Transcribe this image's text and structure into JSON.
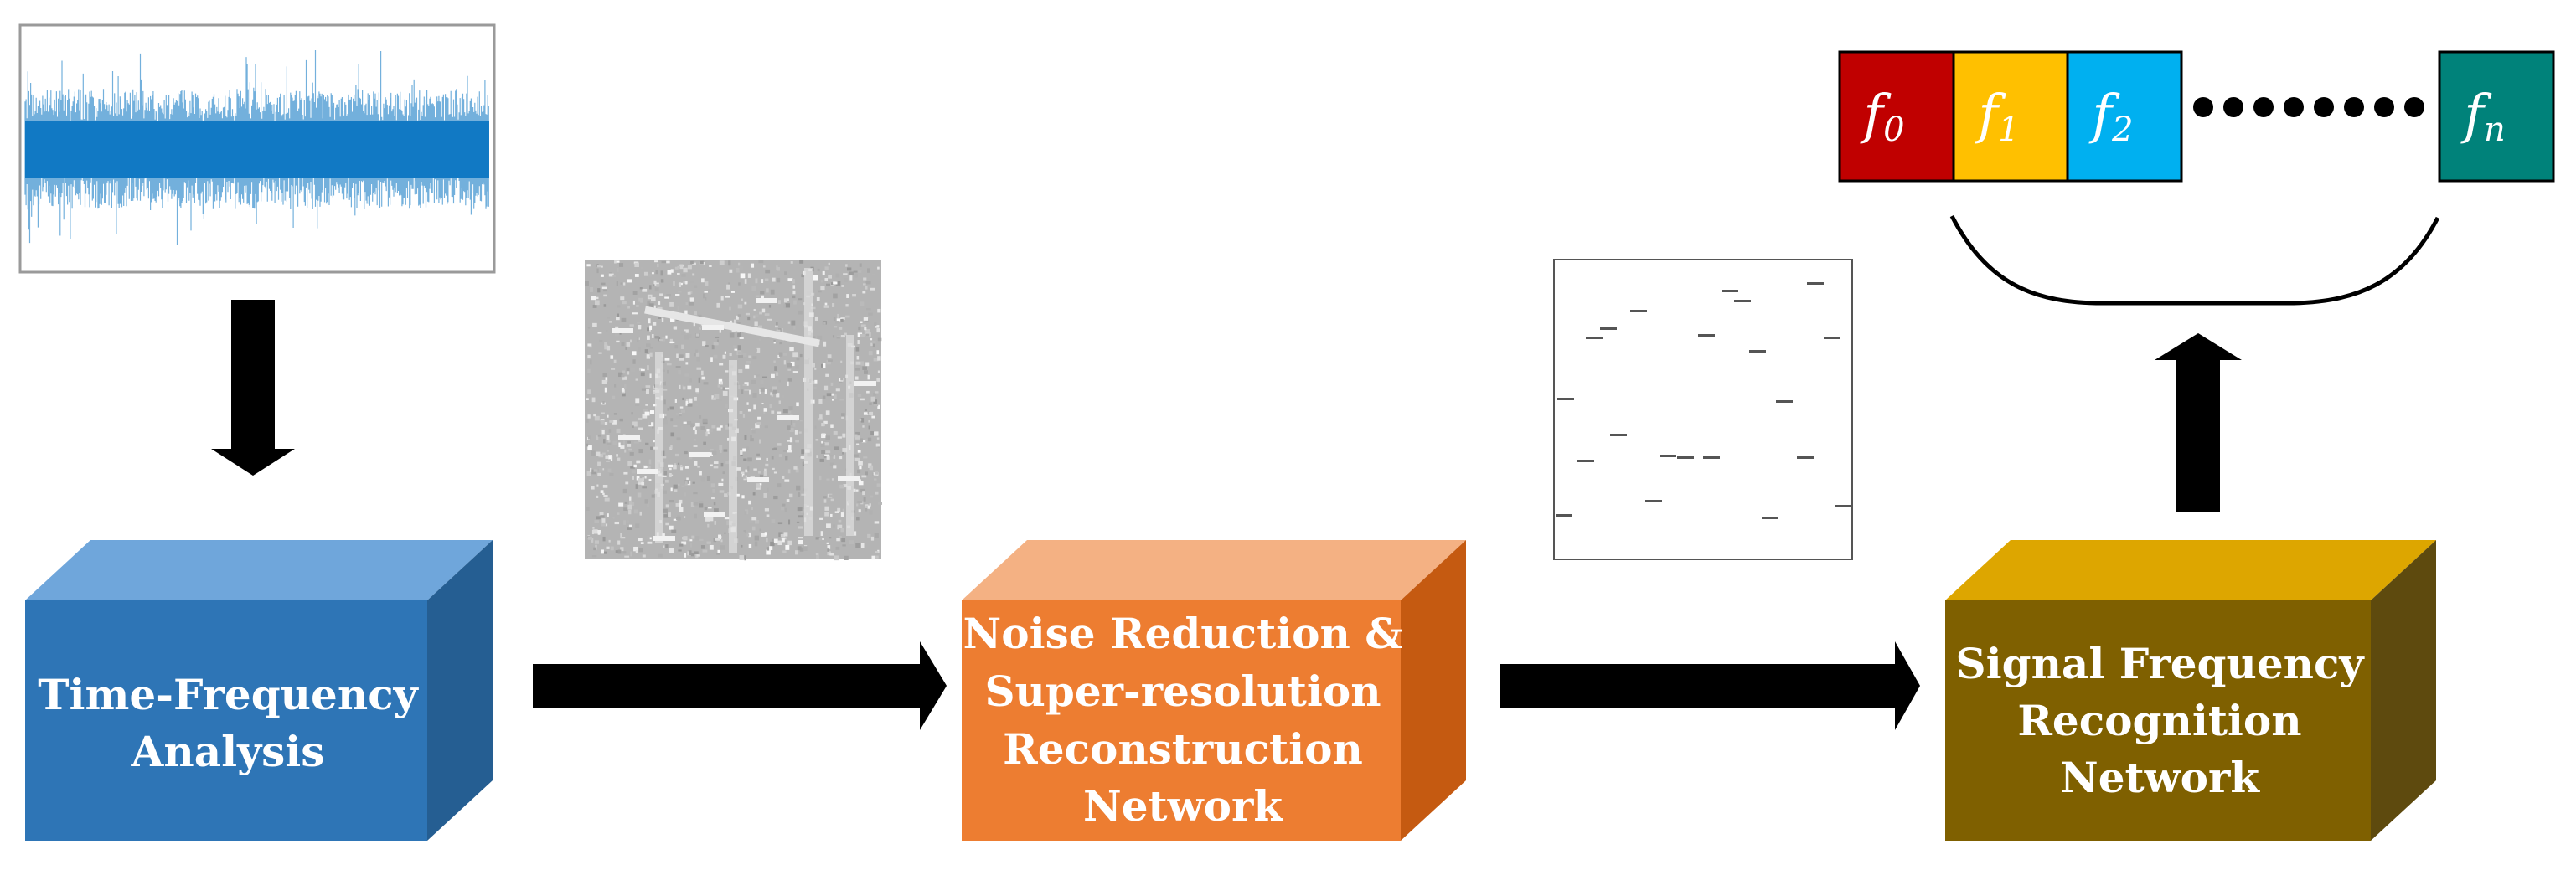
{
  "blocks": {
    "tfa": {
      "line1": "Time-Frequency",
      "line2": "Analysis",
      "color_front": "#2E75B6",
      "color_top": "#6FA6DB",
      "color_side": "#255E92"
    },
    "nrsr": {
      "line1": "Noise Reduction &",
      "line2": "Super-resolution",
      "line3": "Reconstruction",
      "line4": "Network",
      "color_front": "#ED7D31",
      "color_top": "#F4B183",
      "color_side": "#C55A11"
    },
    "sfrn": {
      "line1": "Signal Frequency",
      "line2": "Recognition",
      "line3": "Network",
      "color_front": "#7F6000",
      "color_top": "#DDA600",
      "color_side": "#5E4A0E"
    }
  },
  "frequencies": [
    {
      "base": "f",
      "sub": "0",
      "color": "#C00000"
    },
    {
      "base": "f",
      "sub": "1",
      "color": "#FFC000"
    },
    {
      "base": "f",
      "sub": "2",
      "color": "#00B0F0"
    },
    {
      "base": "f",
      "sub": "n",
      "color": "#00827A"
    }
  ],
  "images": {
    "signal_waveform_color": "#0070C0",
    "noisy_spectrogram_color": "#b0b0b0",
    "clean_spectrogram_bg": "#ffffff"
  }
}
